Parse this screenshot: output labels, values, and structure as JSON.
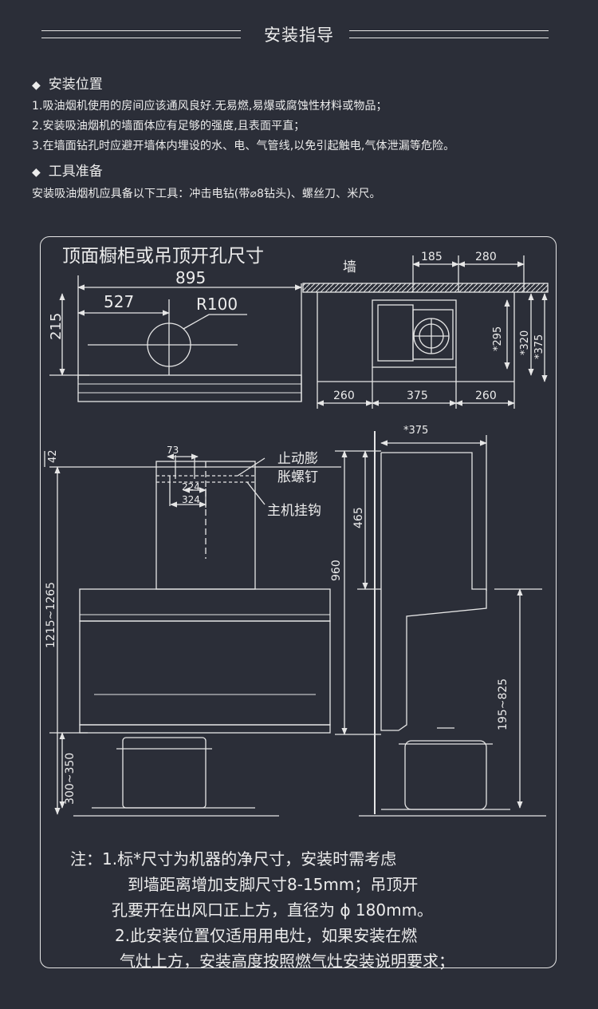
{
  "header": {
    "title": "安装指导"
  },
  "sections": [
    {
      "title": "安装位置",
      "lines": [
        "1.吸油烟机使用的房间应该通风良好.无易燃,易爆或腐蚀性材料或物品；",
        "2.安装吸油烟机的墙面体应有足够的强度,且表面平直；",
        "3.在墙面钻孔时应避开墙体内埋设的水、电、气管线,以免引起触电,气体泄漏等危险。"
      ]
    },
    {
      "title": "工具准备",
      "lines": [
        "安装吸油烟机应具备以下工具：冲击电钻(带⌀8钻头)、螺丝刀、米尺。"
      ]
    }
  ],
  "diagram": {
    "top_title": "顶面橱柜或吊顶开孔尺寸",
    "dims": {
      "d895": "895",
      "d527": "527",
      "r100": "R100",
      "d215": "215",
      "wall": "墙",
      "d185": "185",
      "d280": "280",
      "d295": "*295",
      "d320": "*320",
      "d375v": "*375",
      "d260a": "260",
      "d375h": "375",
      "d260b": "260",
      "d42": "42",
      "d73": "73",
      "d224": "224",
      "d324": "324",
      "label_bolt1": "止动膨",
      "label_bolt2": "胀螺钉",
      "label_hook": "主机挂钩",
      "d465": "465",
      "d960": "960",
      "d375top": "*375",
      "d1215": "1215~1265",
      "d300": "300~350",
      "d195": "195~825"
    }
  },
  "notes": [
    "注：1.标*尺寸为机器的净尺寸，安装时需考虑",
    "到墙距离增加支脚尺寸8-15mm；吊顶开",
    "孔要开在出风口正上方，直径为 ϕ 180mm。",
    "2.此安装位置仅适用用电灶，如果安装在燃",
    "气灶上方，安装高度按照燃气灶安装说明要求；"
  ],
  "colors": {
    "background": "#2b2e38",
    "line": "#e6e6e6"
  }
}
